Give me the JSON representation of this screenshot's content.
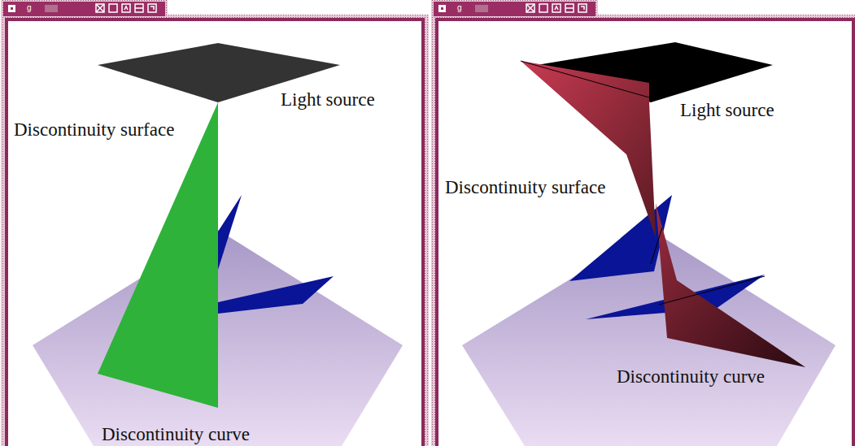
{
  "diagram": {
    "labels": [
      "g",
      "Light source",
      "Discontinuity surface",
      "Discontinuity curve",
      "g",
      "Light source",
      "Discontinuity surface",
      "Discontinuity curve"
    ]
  }
}
